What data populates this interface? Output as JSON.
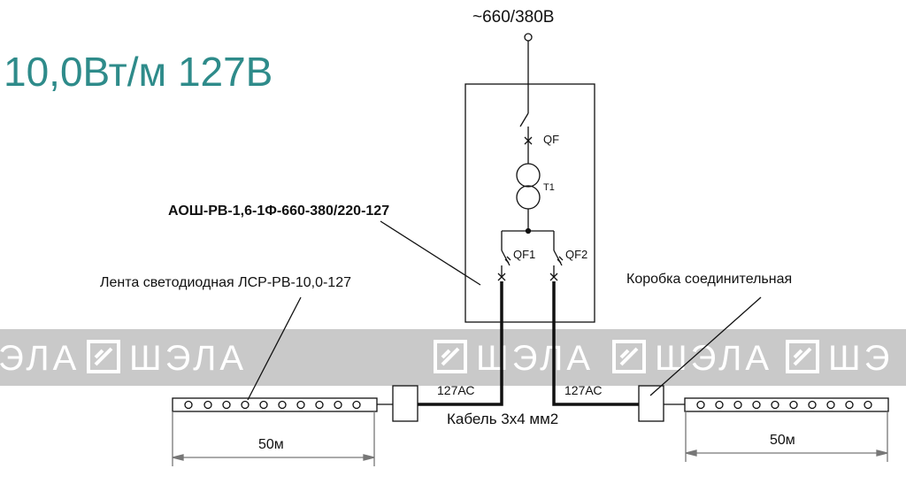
{
  "title": "10,0Вт/м 127В",
  "supply_label": "~660/380В",
  "cabinet": {
    "model_label": "АОШ-РВ-1,6-1Ф-660-380/220-127",
    "breaker_main": "QF",
    "transformer": "T1",
    "breaker_1": "QF1",
    "breaker_2": "QF2"
  },
  "led_strip_label": "Лента светодиодная ЛСР-РВ-10,0-127",
  "junction_box_label": "Коробка соединительная",
  "cable_label": "Кабель 3x4 мм2",
  "line_voltage_left": "127АС",
  "line_voltage_right": "127АС",
  "length_left": "50м",
  "length_right": "50м",
  "watermark": {
    "logo_text": "ШЭЛА",
    "colors": {
      "band": "#c9c9c9",
      "mark": "#ffffff"
    }
  },
  "colors": {
    "title": "#2e8b8a",
    "lines": "#111111"
  }
}
